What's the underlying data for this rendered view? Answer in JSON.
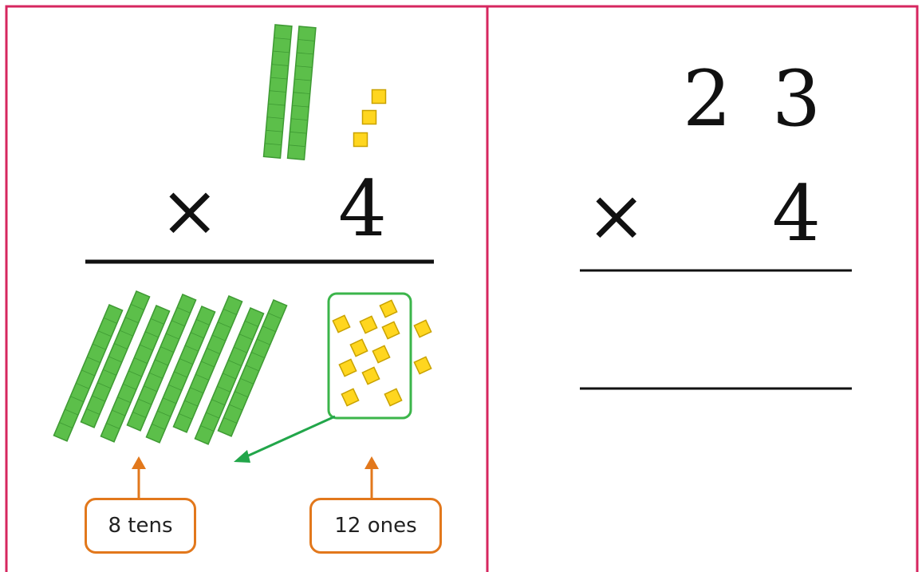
{
  "left_panel": {
    "multiplier": "4",
    "times_symbol": "×",
    "label_tens": "8 tens",
    "label_ones": "12 ones",
    "top_tens_rods": 2,
    "top_ones_cubes": 3,
    "result_tens_rods": 8,
    "grouped_ones_cubes": 12
  },
  "right_panel": {
    "digit_tens": "2",
    "digit_ones": "3",
    "times_symbol": "×",
    "multiplier": "4"
  },
  "colors": {
    "border": "#d6265f",
    "rod_fill": "#5cbf4a",
    "rod_stroke": "#3e9a33",
    "cube_fill": "#ffd61f",
    "cube_stroke": "#c9a200",
    "group_box": "#3bb54a",
    "arrow_orange": "#e2781c",
    "arrow_green": "#22a64a"
  }
}
